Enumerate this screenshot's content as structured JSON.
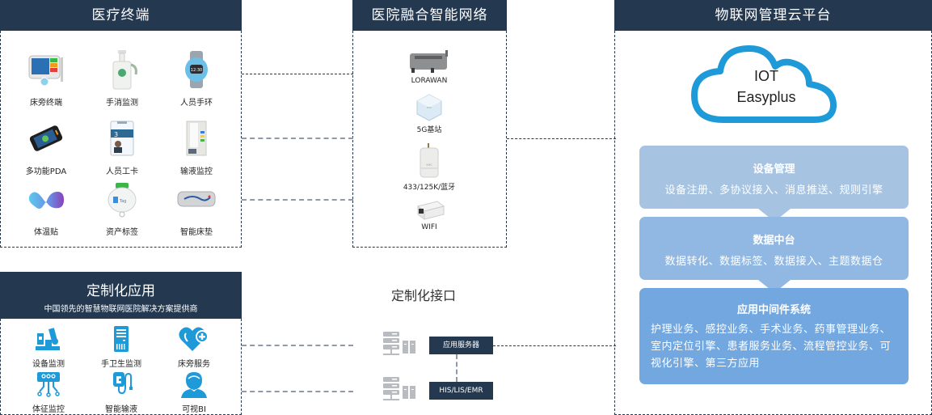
{
  "medical_terminals": {
    "title": "医疗终端",
    "items": [
      {
        "label": "床旁终端",
        "icon": "bedside-terminal-icon"
      },
      {
        "label": "手消监测",
        "icon": "hand-sanitizer-icon"
      },
      {
        "label": "人员手环",
        "icon": "wristband-icon"
      },
      {
        "label": "多功能PDA",
        "icon": "pda-icon"
      },
      {
        "label": "人员工卡",
        "icon": "staff-badge-icon"
      },
      {
        "label": "输液监控",
        "icon": "infusion-monitor-icon"
      },
      {
        "label": "体温贴",
        "icon": "temperature-patch-icon"
      },
      {
        "label": "资产标签",
        "icon": "asset-tag-icon"
      },
      {
        "label": "智能床垫",
        "icon": "smart-mattress-icon"
      }
    ]
  },
  "hospital_network": {
    "title": "医院融合智能网络",
    "items": [
      {
        "label": "LORAWAN",
        "icon": "lorawan-gateway-icon"
      },
      {
        "label": "5G基站",
        "icon": "5g-base-station-icon"
      },
      {
        "label": "433/125K/蓝牙",
        "icon": "bluetooth-beacon-icon"
      },
      {
        "label": "WIFI",
        "icon": "wifi-ap-icon"
      }
    ]
  },
  "cloud_platform": {
    "title": "物联网管理云平台",
    "cloud_line1": "IOT",
    "cloud_line2": "Easyplus",
    "layers": [
      {
        "title": "设备管理",
        "desc": "设备注册、多协议接入、消息推送、规则引擎",
        "color": "#a6c4e2"
      },
      {
        "title": "数据中台",
        "desc": "数据转化、数据标签、数据接入、主题数据仓",
        "color": "#90b8e3"
      },
      {
        "title": "应用中间件系统",
        "desc": "护理业务、感控业务、手术业务、药事管理业务、室内定位引擎、患者服务业务、流程管控业务、可视化引擎、第三方应用",
        "color": "#72a7e0"
      }
    ]
  },
  "custom_apps": {
    "title": "定制化应用",
    "subtitle": "中国领先的智慧物联网医院解决方案提供商",
    "items": [
      {
        "label": "设备监测",
        "icon": "microscope-icon"
      },
      {
        "label": "手卫生监测",
        "icon": "server-cabinet-icon"
      },
      {
        "label": "床旁服务",
        "icon": "heart-plus-icon"
      },
      {
        "label": "体征监控",
        "icon": "circuit-icon"
      },
      {
        "label": "智能输液",
        "icon": "iv-bag-icon"
      },
      {
        "label": "可视BI",
        "icon": "user-icon"
      }
    ]
  },
  "custom_interface": {
    "title": "定制化接口",
    "servers": [
      {
        "label": "应用服务器"
      },
      {
        "label": "HIS/LIS/EMR"
      }
    ]
  },
  "colors": {
    "header": "#243850",
    "icon_blue": "#1f9ad8",
    "connector_grey": "#8f9aa8"
  }
}
